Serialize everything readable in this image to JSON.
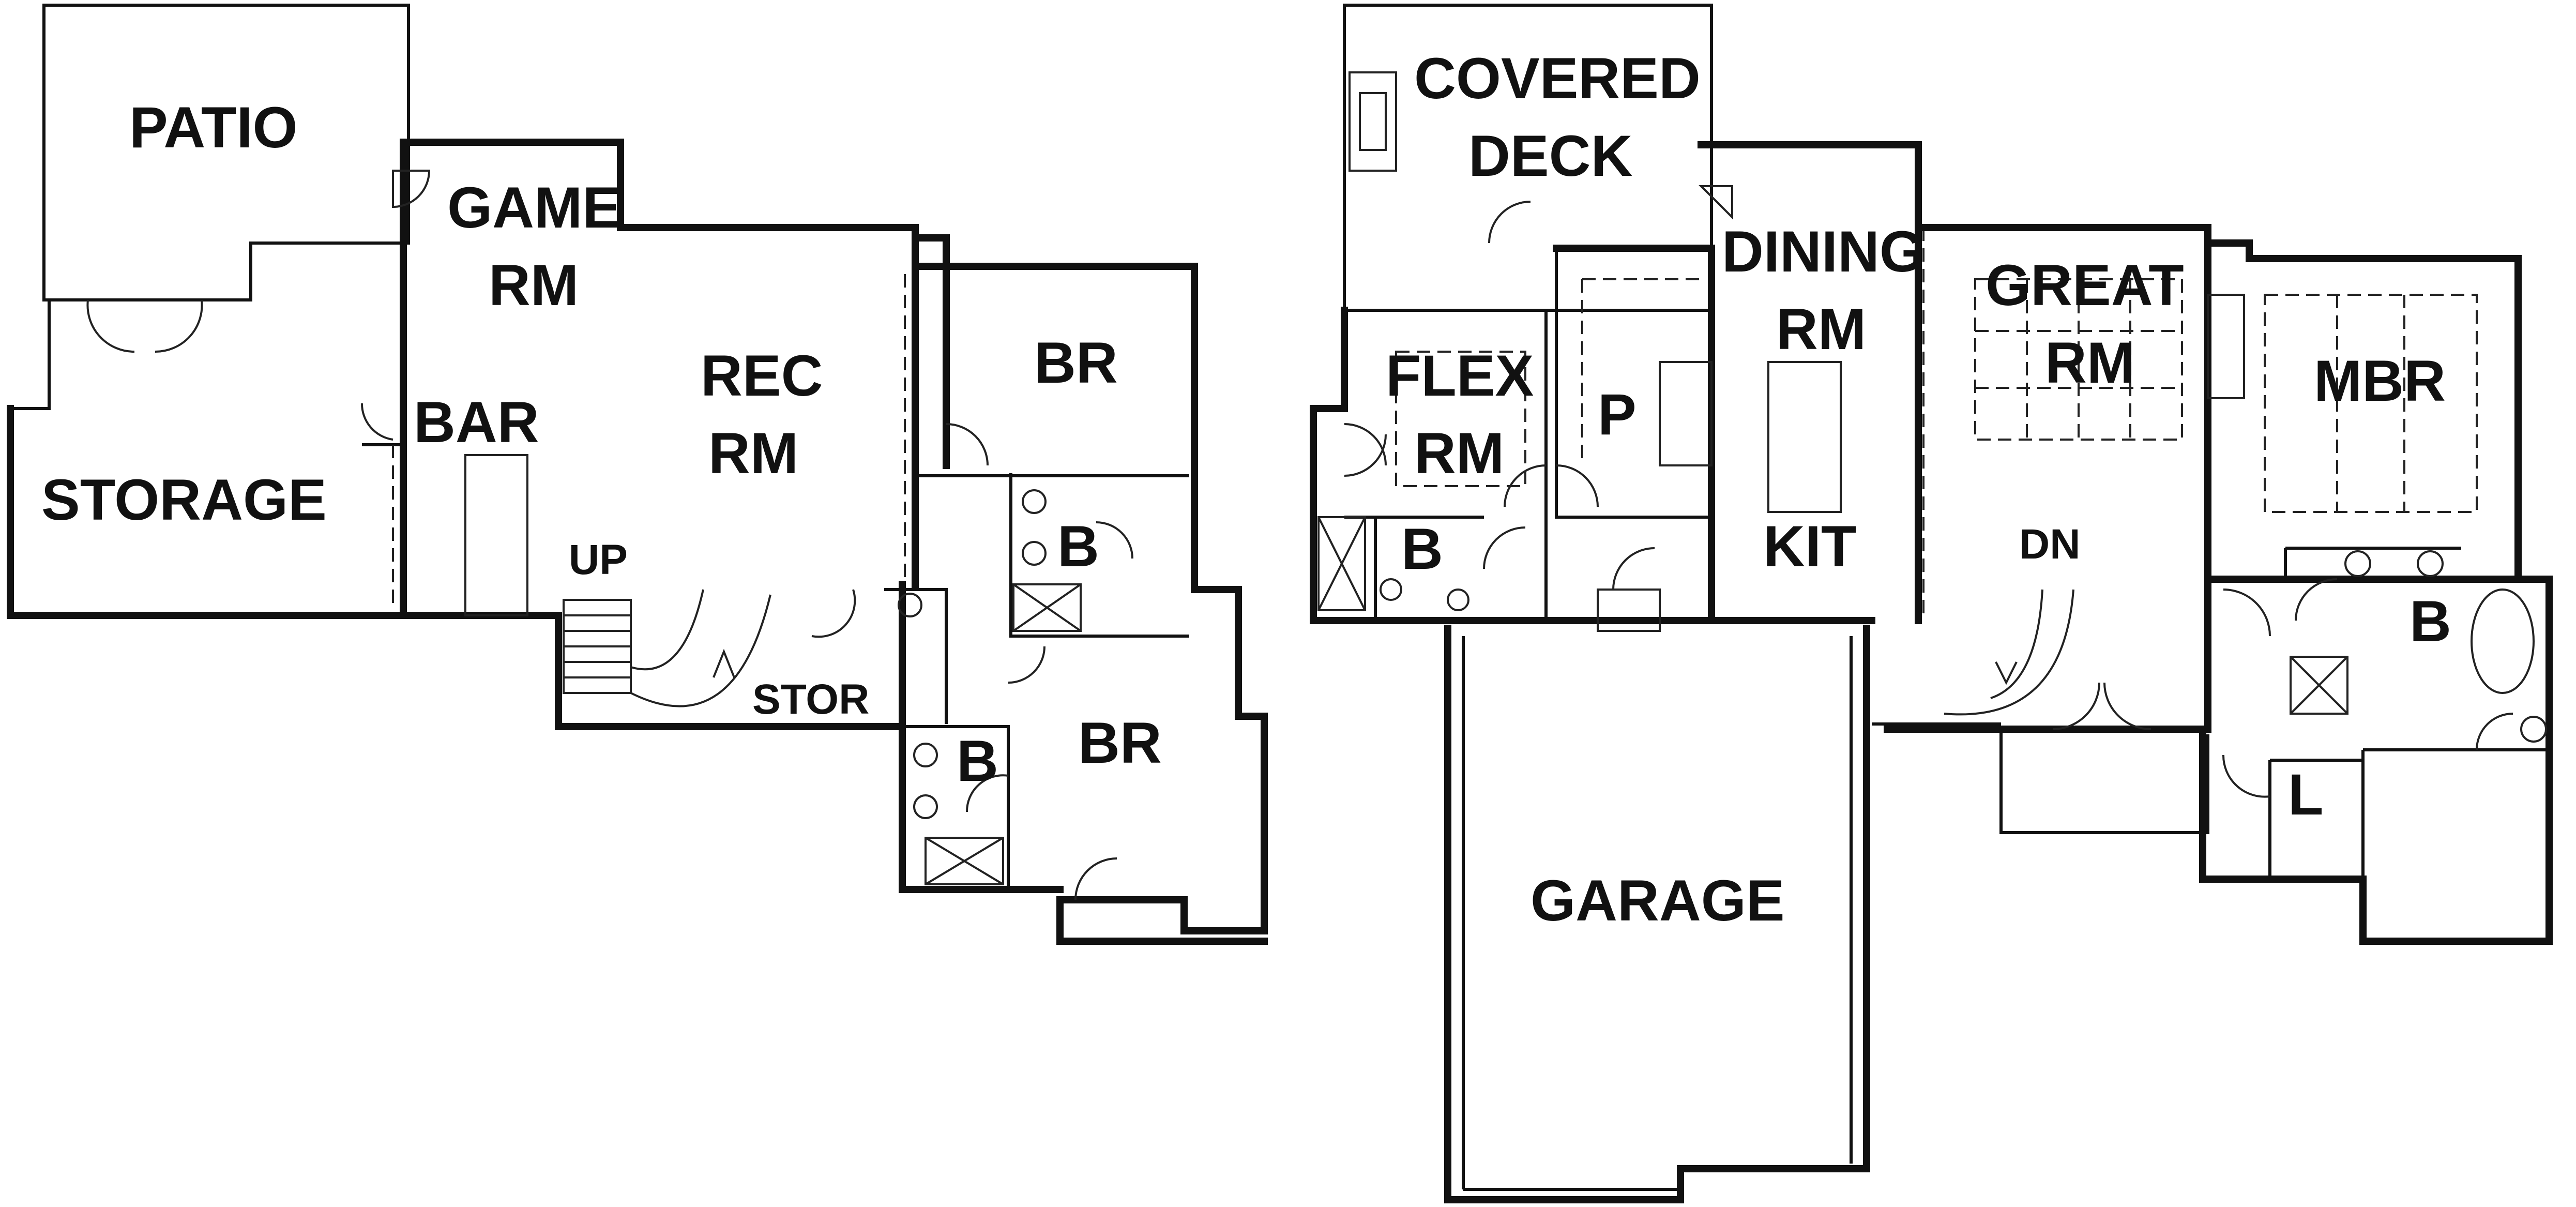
{
  "lower_level": {
    "patio": "PATIO",
    "storage": "STORAGE",
    "game_rm_1": "GAME",
    "game_rm_2": "RM",
    "bar": "BAR",
    "rec_rm_1": "REC",
    "rec_rm_2": "RM",
    "up": "UP",
    "stor": "STOR",
    "br_upper": "BR",
    "br_lower": "BR",
    "bath_1": "B",
    "bath_2": "B"
  },
  "main_level": {
    "covered_deck_1": "COVERED",
    "covered_deck_2": "DECK",
    "flex_rm_1": "FLEX",
    "flex_rm_2": "RM",
    "bath": "B",
    "pantry": "P",
    "dining_rm_1": "DINING",
    "dining_rm_2": "RM",
    "kit": "KIT",
    "great_rm_1": "GREAT",
    "great_rm_2": "RM",
    "mbr": "MBR",
    "dn": "DN",
    "master_bath": "B",
    "laundry": "L",
    "garage": "GARAGE"
  }
}
